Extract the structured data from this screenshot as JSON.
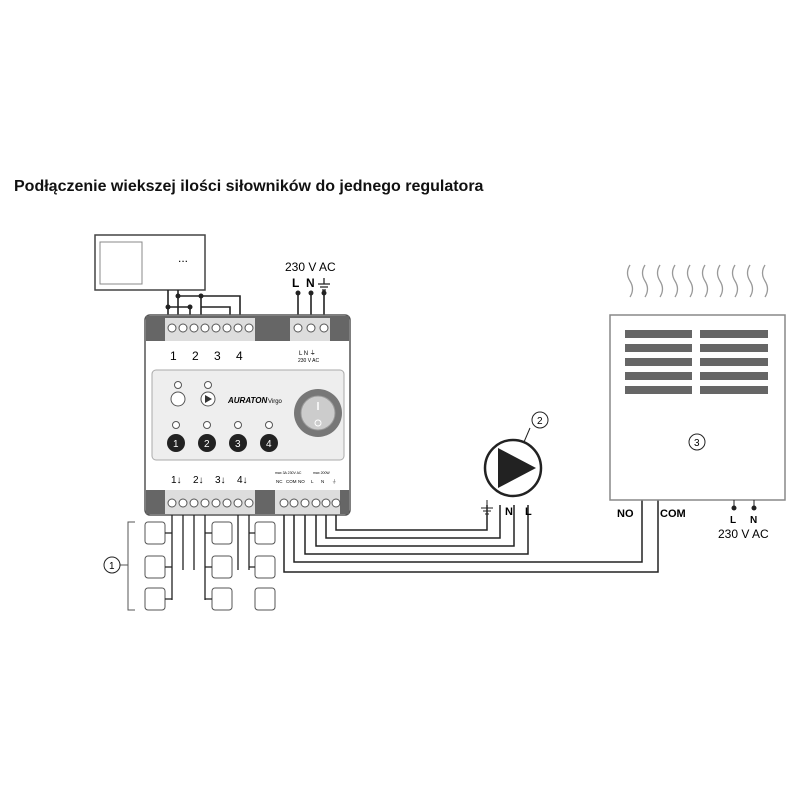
{
  "title": "Podłączenie wiekszej ilości siłowników do jednego regulatora",
  "thermostat": {
    "dots": "..."
  },
  "supply": {
    "label": "230 V AC",
    "L": "L",
    "N": "N"
  },
  "device": {
    "brand": "AURATON",
    "model": "Virgo",
    "top_numbers": [
      "1",
      "2",
      "3",
      "4"
    ],
    "top_supply_label": "L N ⏚",
    "top_supply_sub": "230 V AC",
    "channels": [
      "1",
      "2",
      "3",
      "4"
    ],
    "bottom_numbers": [
      "1↓",
      "2↓",
      "3↓",
      "4↓"
    ],
    "relay_max": "max 3A 230V AC",
    "pump_max": "max 200W",
    "relay_terms": [
      "NC",
      "COM",
      "NO",
      "L",
      "N",
      "⏚"
    ]
  },
  "pump": {
    "callout": "2",
    "N": "N",
    "L": "L"
  },
  "heater": {
    "callout": "3",
    "NO": "NO",
    "COM": "COM",
    "L": "L",
    "N": "N",
    "supply": "230 V AC"
  },
  "actuators": {
    "callout": "1"
  }
}
